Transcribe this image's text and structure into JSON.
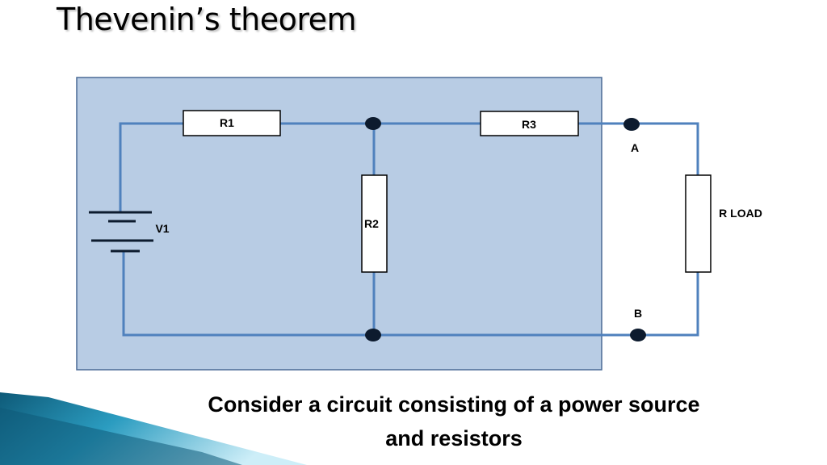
{
  "slide": {
    "title": "Thevenin’s theorem",
    "caption_line1": "Consider a circuit consisting of a power source",
    "caption_line2": "and resistors"
  },
  "circuit": {
    "labels": {
      "r1": "R1",
      "r2": "R2",
      "r3": "R3",
      "v1": "V1",
      "r_load": "R LOAD",
      "terminal_a": "A",
      "terminal_b": "B"
    }
  },
  "colors": {
    "box_fill": "#b8cce4",
    "box_border": "#4a6a95",
    "wire": "#4f81bd",
    "node": "#0d1b2e",
    "accent_dark": "#0e5a78",
    "accent_light": "#8fd3e8"
  },
  "icons": {
    "battery": "battery-icon",
    "resistor": "resistor-icon",
    "node": "junction-dot-icon"
  }
}
